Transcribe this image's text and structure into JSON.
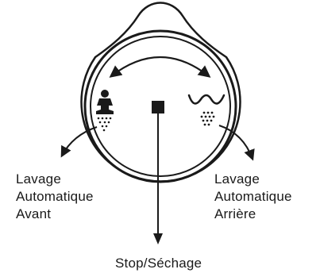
{
  "labels": {
    "front": {
      "line1": "Lavage",
      "line2": "Automatique",
      "line3": "Avant"
    },
    "rear": {
      "line1": "Lavage",
      "line2": "Automatique",
      "line3": "Arrière"
    },
    "stop": "Stop/Séchage"
  },
  "icons": {
    "front_wash": "seated-person-front-spray-icon",
    "stop": "square-stop-icon",
    "rear_wash": "rear-spray-icon",
    "rotation": "double-headed-curved-arrow-icon"
  },
  "colors": {
    "stroke": "#1a1a1a",
    "fill": "#ffffff",
    "icon": "#1a1a1a"
  }
}
